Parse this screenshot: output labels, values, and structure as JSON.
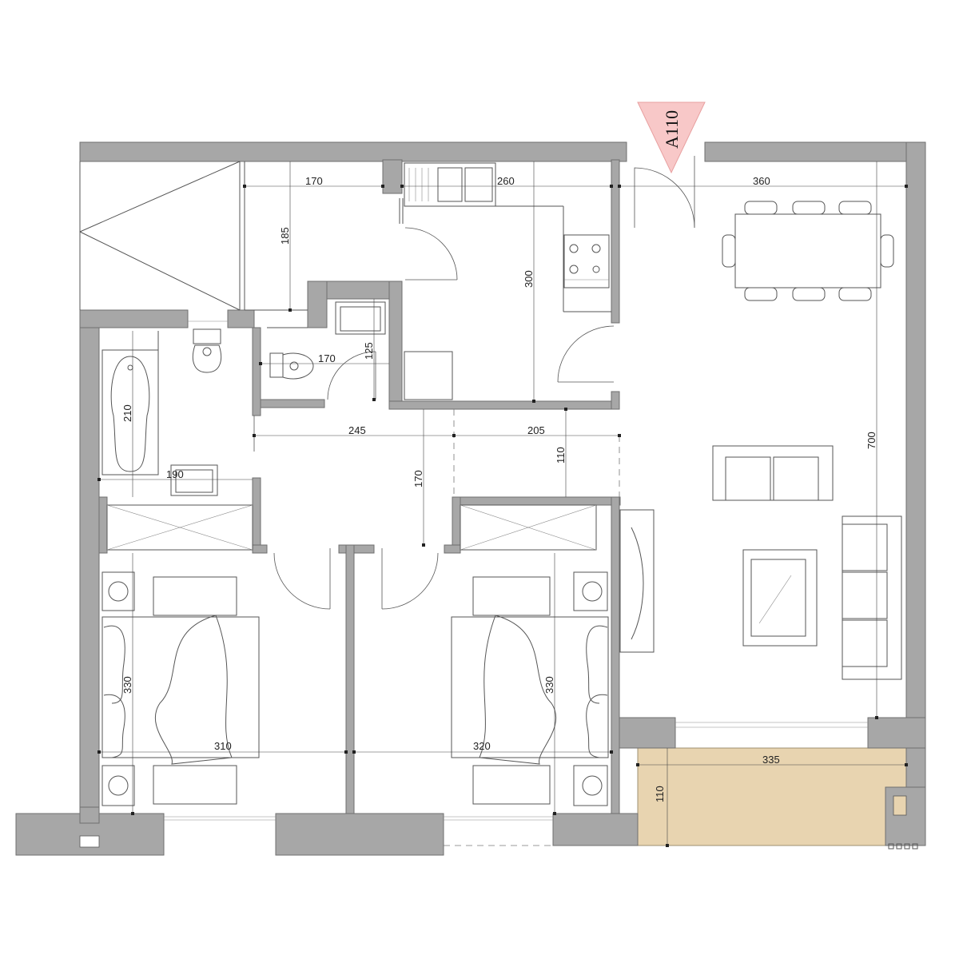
{
  "drawing": {
    "unit_code": "A110",
    "colors": {
      "wall": "#a7a7a7",
      "balcony": "#e8d4b0",
      "entry_marker": "#f8c8c8"
    },
    "dimensions": {
      "d170_top": "170",
      "d260": "260",
      "d360": "360",
      "d185": "185",
      "d300": "300",
      "d125": "125",
      "d170_wc": "170",
      "d210": "210",
      "d190": "190",
      "d245": "245",
      "d205": "205",
      "d110_hall": "110",
      "d170_hall": "170",
      "d700": "700",
      "d330_left": "330",
      "d310": "310",
      "d330_right": "330",
      "d320": "320",
      "d335": "335",
      "d110_balcony": "110"
    }
  }
}
